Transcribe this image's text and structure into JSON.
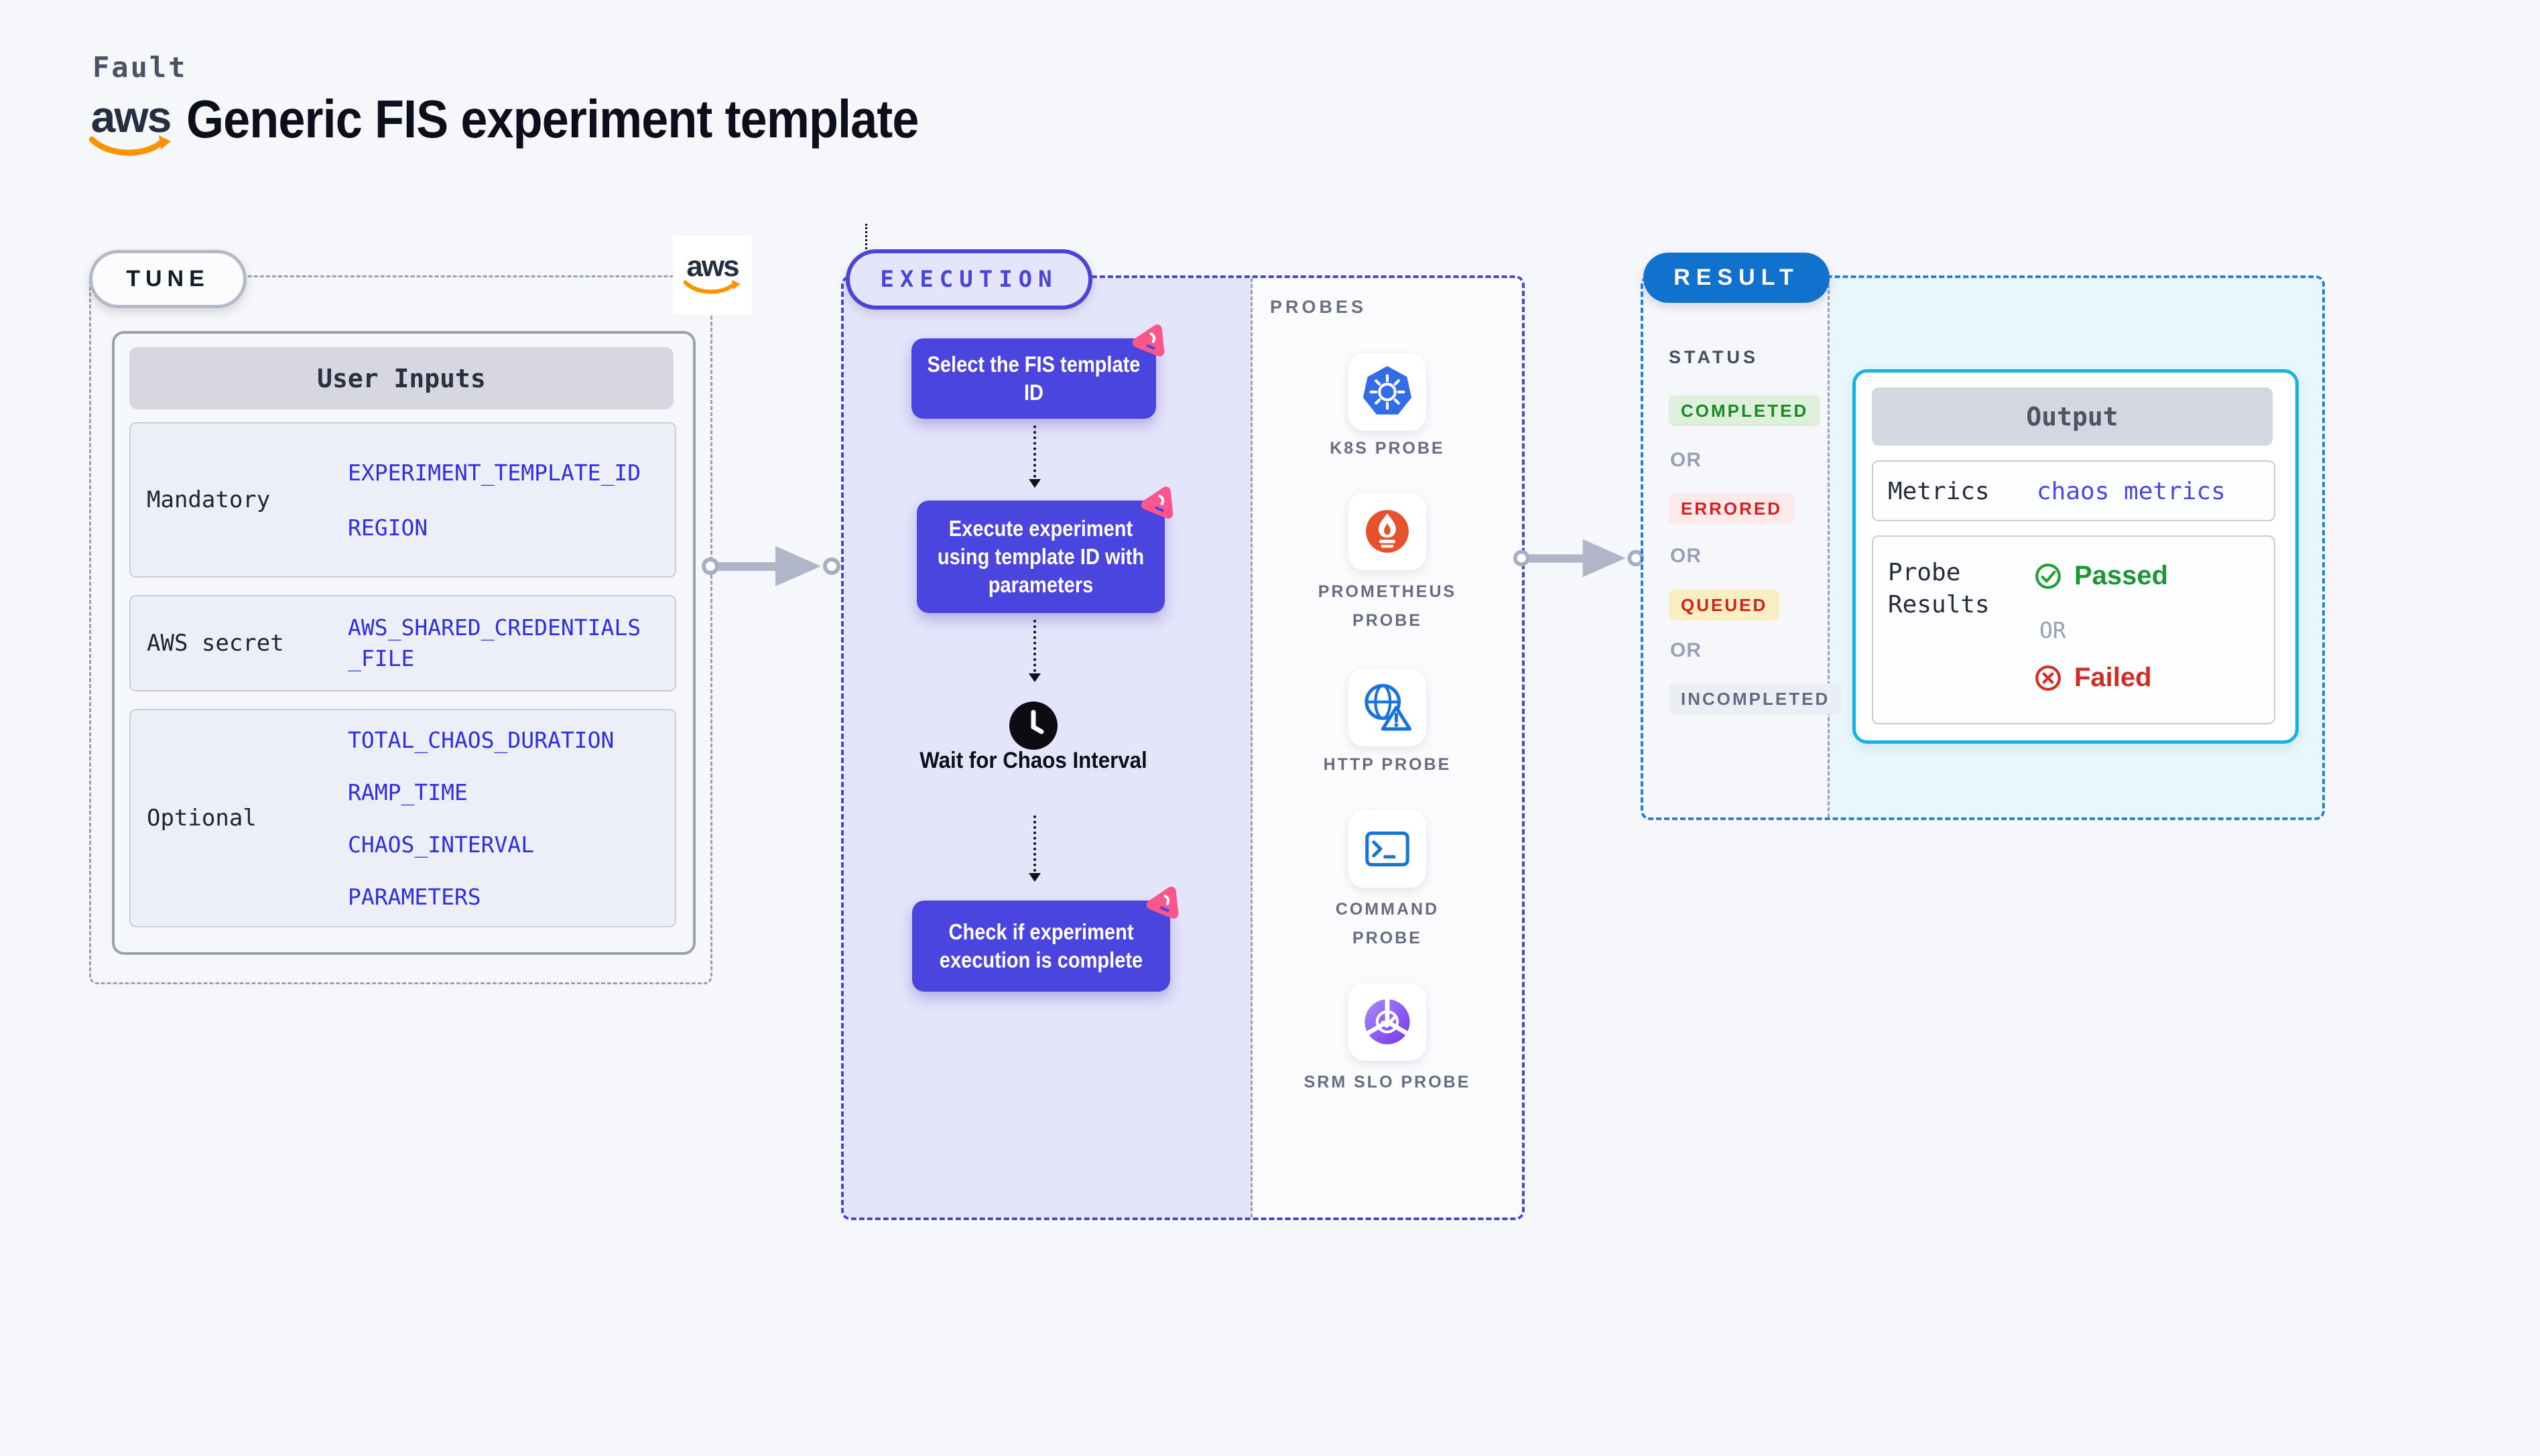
{
  "header": {
    "brand": "Fault",
    "aws_wordmark": "aws",
    "title": "Generic FIS experiment template"
  },
  "tune": {
    "label": "TUNE",
    "aws_wordmark": "aws",
    "table": {
      "header": "User Inputs",
      "rows": [
        {
          "label": "Mandatory",
          "values": [
            "EXPERIMENT_TEMPLATE_ID",
            "REGION"
          ]
        },
        {
          "label": "AWS secret",
          "values": [
            "AWS_SHARED_CREDENTIALS_FILE"
          ]
        },
        {
          "label": "Optional",
          "values": [
            "TOTAL_CHAOS_DURATION",
            "RAMP_TIME",
            "CHAOS_INTERVAL",
            "PARAMETERS"
          ]
        }
      ]
    }
  },
  "execution": {
    "label": "EXECUTION",
    "steps": [
      {
        "label": "Select the FIS template ID",
        "icon": "chaos-scenario-icon"
      },
      {
        "label": "Execute experiment using template ID with parameters",
        "icon": "chaos-scenario-icon"
      },
      {
        "label": "Wait for Chaos Interval",
        "icon": "clock-icon"
      },
      {
        "label": "Check if experiment execution is complete",
        "icon": "chaos-scenario-icon"
      }
    ],
    "probes": {
      "label": "PROBES",
      "items": [
        {
          "label": "K8S PROBE",
          "icon": "kubernetes-icon"
        },
        {
          "label": "PROMETHEUS PROBE",
          "icon": "prometheus-icon"
        },
        {
          "label": "HTTP PROBE",
          "icon": "http-globe-icon"
        },
        {
          "label": "COMMAND PROBE",
          "icon": "terminal-icon"
        },
        {
          "label": "SRM SLO PROBE",
          "icon": "slo-donut-icon"
        }
      ]
    }
  },
  "result": {
    "label": "RESULT",
    "status": {
      "heading": "STATUS",
      "or_label": "OR",
      "badges": [
        {
          "text": "COMPLETED",
          "fg": "#178a27",
          "bg": "#def0dc"
        },
        {
          "text": "ERRORED",
          "fg": "#d32020",
          "bg": "#fceaea"
        },
        {
          "text": "QUEUED",
          "fg": "#d32020",
          "bg": "#faeec3"
        },
        {
          "text": "INCOMPLETED",
          "fg": "#636b83",
          "bg": "#eceef5"
        }
      ]
    },
    "output": {
      "header": "Output",
      "metrics_label": "Metrics",
      "metrics_value": "chaos metrics",
      "probe_results_label": "Probe Results",
      "passed_label": "Passed",
      "or_label": "OR",
      "failed_label": "Failed"
    }
  },
  "colors": {
    "page_bg": "#f6f7fb",
    "lavender_bg": "#e4e4fb",
    "cyan_bg": "#e9f6fb",
    "step_box": "#4b45e0",
    "indigo_dash": "#4b45d6",
    "blue_dash": "#1f83da",
    "gray_dash": "#9aa0ac",
    "result_pill": "#1172cd",
    "output_border": "#16b2e3",
    "value_blue": "#2f2fdf",
    "passed_green": "#1d9636",
    "failed_red": "#d42b22",
    "badge_pink": "#f9568c",
    "aws_orange": "#f79400"
  }
}
